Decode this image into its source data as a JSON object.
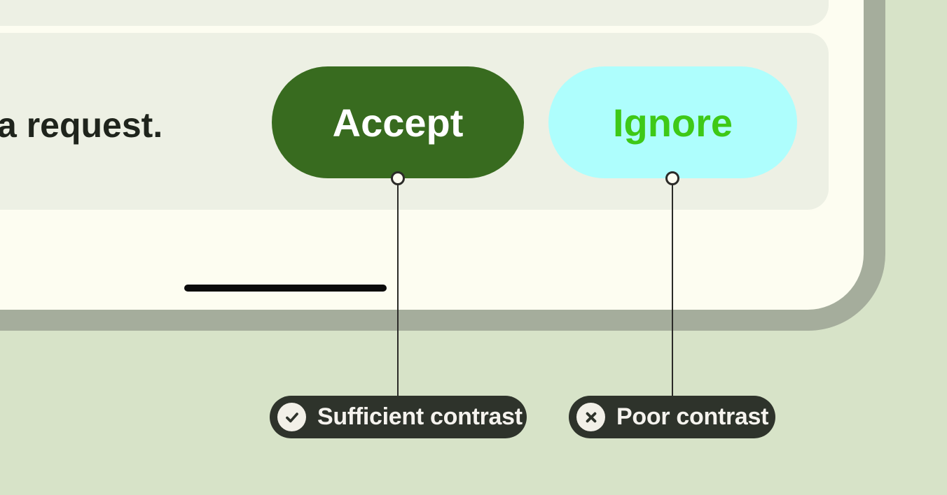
{
  "illustration": {
    "description": "Contrast guideline example on a device screen",
    "device": {
      "message_text": "a request.",
      "accept_button_label": "Accept",
      "ignore_button_label": "Ignore"
    },
    "annotations": {
      "sufficient": {
        "icon": "check-circle-icon",
        "label": "Sufficient contrast"
      },
      "poor": {
        "icon": "x-circle-icon",
        "label": "Poor contrast"
      }
    },
    "colors": {
      "page_background": "#d7e3c8",
      "device_frame": "#a5ad9c",
      "device_screen": "#fdfdf1",
      "panel": "#edf0e4",
      "message_text": "#1f241c",
      "accept_button_bg": "#386b1f",
      "accept_button_text": "#ffffff",
      "ignore_button_bg": "#aefefd",
      "ignore_button_text": "#3ec917",
      "callout_bg": "#2e332b",
      "callout_text": "#f5f3ee",
      "callout_icon_bg": "#f2f0e8",
      "leader_line": "#2b2b28",
      "home_indicator": "#0b0b0b"
    }
  }
}
